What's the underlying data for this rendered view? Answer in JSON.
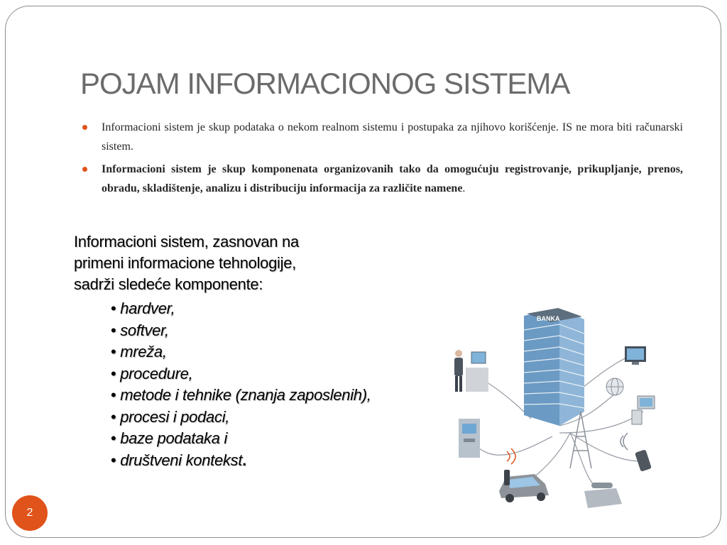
{
  "title": "POJAM INFORMACIONOG SISTEMA",
  "bullets": [
    {
      "text": "Informacioni sistem je skup podataka o nekom realnom sistemu i postupaka za njihovo korišćenje. IS ne mora biti računarski sistem.",
      "tail": ""
    },
    {
      "text": "Informacioni sistem je skup komponenata organizovanih tako da omogućuju registrovanje, prikupljanje, prenos, obradu, skladištenje, analizu i distribuciju informacija za različite namene",
      "tail": "."
    }
  ],
  "intro": {
    "line1": "Informacioni sistem, zasnovan na",
    "line2": "primeni informacione tehnologije,",
    "line3": "sadrži sledeće komponente:"
  },
  "components": [
    "hardver,",
    "softver,",
    "mreža,",
    "procedure,",
    "metode i tehnike (znanja zaposlenih),",
    "procesi i podaci,",
    "baze podataka i",
    "društveni kontekst"
  ],
  "components_end": ".",
  "illustration": {
    "building_sign": "BANKA"
  },
  "page_number": "2",
  "colors": {
    "accent": "#e0531a",
    "title": "#6b6b6b",
    "frame": "#8c8c8c"
  }
}
